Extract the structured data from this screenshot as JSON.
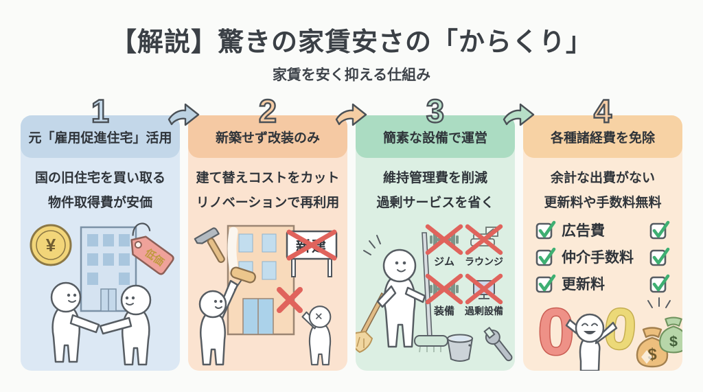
{
  "page": {
    "title": "【解説】驚きの家賃安さの「からくり」",
    "subtitle": "家賃を安く抑える仕組み"
  },
  "steps": [
    {
      "number": "1",
      "header": "元「雇用促進住宅」活用",
      "points": [
        "国の旧住宅を買い取る",
        "物件取得費が安価"
      ],
      "illustration": {
        "coin_symbol": "¥",
        "tag_label": "低価"
      }
    },
    {
      "number": "2",
      "header": "新築せず改装のみ",
      "points": [
        "建て替えコストをカット",
        "リノベーションで再利用"
      ],
      "illustration": {
        "sign_label": "新建"
      }
    },
    {
      "number": "3",
      "header": "簡素な設備で運営",
      "points": [
        "維持管理費を削減",
        "過剰サービスを省く"
      ],
      "illustration": {
        "crossed_out": [
          "ジム",
          "ラウンジ",
          "装備",
          "過剰設備"
        ]
      }
    },
    {
      "number": "4",
      "header": "各種諸経費を免除",
      "points": [
        "余計な出費がない",
        "更新料や手数料無料"
      ],
      "illustration": {
        "checklist": [
          "広告費",
          "仲介手数料",
          "更新料"
        ],
        "zeros": [
          "0",
          "0"
        ],
        "money_symbol": "$"
      }
    }
  ],
  "icons": {
    "arrow_right": "➜",
    "checkmark": "✓",
    "cross": "✕"
  },
  "colors": {
    "step1_accent": "#c3d7e9",
    "step1_bg": "#dce8f4",
    "step2_accent": "#f5c9a3",
    "step2_bg": "#fbe3d0",
    "step3_accent": "#abdcc2",
    "step3_bg": "#dcefe3",
    "step4_accent": "#f7d2a4",
    "step4_bg": "#fcead7",
    "check_green": "#3eaf72",
    "cross_red": "#e0635c",
    "text_dark": "#2f343a",
    "outline_gray": "#565c62"
  }
}
